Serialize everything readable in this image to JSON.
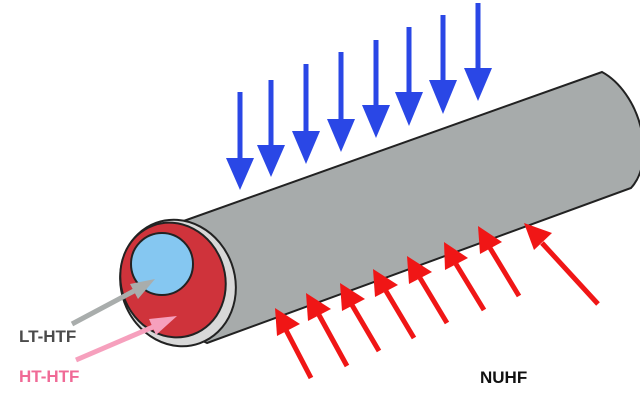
{
  "labels": {
    "lt_htf": "LT-HTF",
    "ht_htf": "HT-HTF",
    "nuhf": "NUHF"
  },
  "colors": {
    "pipe_body": "#a7abab",
    "pipe_outline": "#222222",
    "outer_ring": "#d8d8d8",
    "annulus": "#cf333b",
    "inner_tube": "#85c7f1",
    "blue_arrows": "#2a47e6",
    "red_arrows": "#f01616",
    "lt_label": "#4b4b4b",
    "ht_label": "#f06a96",
    "lt_pointer": "#a9adac",
    "ht_pointer": "#f6a0bd",
    "nuhf_label": "#111111"
  },
  "blue_arrow_count": 8,
  "red_arrow_count": 8
}
